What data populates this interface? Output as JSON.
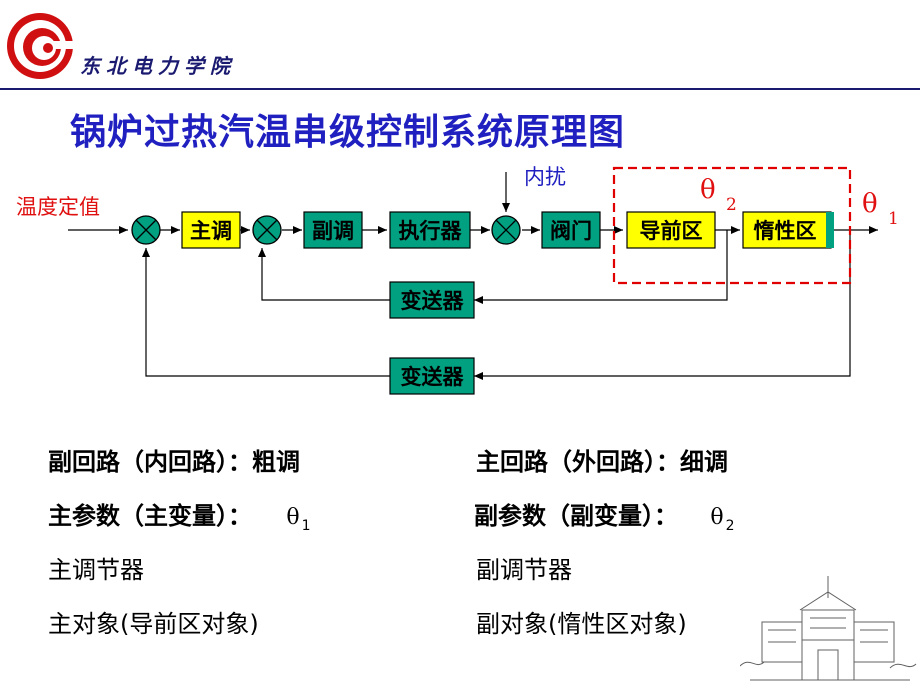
{
  "header": {
    "institution": "东北电力学院",
    "title": "锅炉过热汽温串级控制系统原理图"
  },
  "diagram": {
    "input_label": "温度定值",
    "disturbance_label": "内扰",
    "blocks": {
      "main_controller": "主调",
      "sub_controller": "副调",
      "actuator": "执行器",
      "valve": "阀门",
      "lead_zone": "导前区",
      "inert_zone": "惰性区",
      "transmitter_inner": "变送器",
      "transmitter_outer": "变送器"
    },
    "theta2_symbol": "θ",
    "theta2_sub": "2",
    "theta1_symbol": "θ",
    "theta1_sub": "1",
    "colors": {
      "main_block": "#ffff00",
      "sub_block": "#00a080",
      "dashed_box": "#e00000",
      "title": "#2020c0",
      "logo": "#d01010"
    }
  },
  "notes": {
    "inner_loop": "副回路（内回路）：粗调",
    "outer_loop": "主回路（外回路）：细调",
    "main_param": "主参数（主变量）：",
    "main_param_symbol": "θ",
    "main_param_sub": "1",
    "sub_param": "副参数（副变量）：",
    "sub_param_symbol": "θ",
    "sub_param_sub": "2",
    "main_regulator": "主调节器",
    "sub_regulator": "副调节器",
    "main_object": "主对象(导前区对象)",
    "sub_object": "副对象(惰性区对象)"
  }
}
